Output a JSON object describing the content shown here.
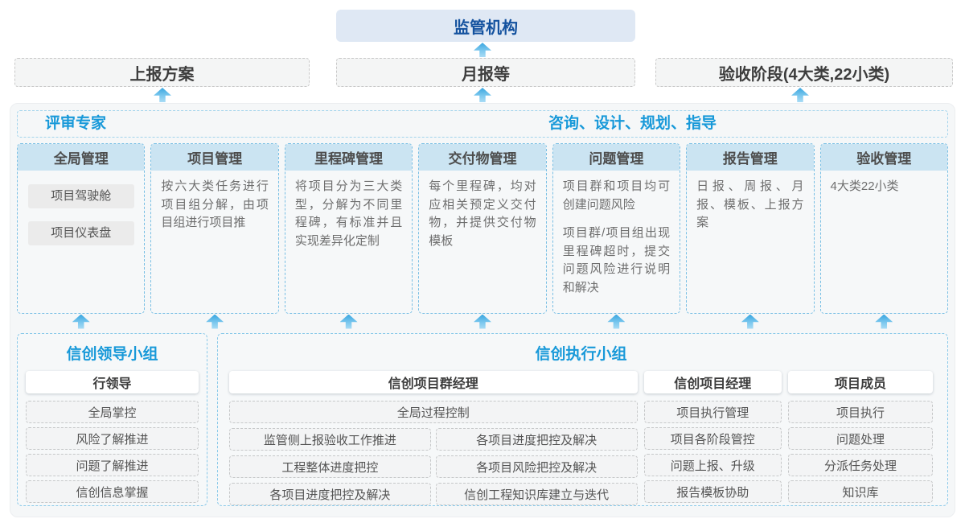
{
  "top": {
    "regulator": "监管机构",
    "outputs": [
      "上报方案",
      "月报等",
      "验收阶段(4大类,22小类)"
    ]
  },
  "middle": {
    "left_role": "评审专家",
    "right_role": "咨询、设计、规划、指导",
    "columns": [
      {
        "title": "全局管理",
        "chips": [
          "项目驾驶舱",
          "项目仪表盘"
        ]
      },
      {
        "title": "项目管理",
        "paragraphs": [
          "按六大类任务进行项目组分解，由项目组进行项目推"
        ]
      },
      {
        "title": "里程碑管理",
        "paragraphs": [
          "将项目分为三大类型，分解为不同里程碑，有标准并且实现差异化定制"
        ]
      },
      {
        "title": "交付物管理",
        "paragraphs": [
          "每个里程碑，均对应相关预定义交付物，并提供交付物模板"
        ]
      },
      {
        "title": "问题管理",
        "paragraphs": [
          "项目群和项目均可创建问题风险",
          "项目群/项目组出现里程碑超时，提交问题风险进行说明和解决"
        ]
      },
      {
        "title": "报告管理",
        "paragraphs": [
          "日报、周报、月报、模板、上报方案"
        ]
      },
      {
        "title": "验收管理",
        "paragraphs": [
          "4大类22小类"
        ]
      }
    ]
  },
  "bottom": {
    "leader_group": {
      "title": "信创领导小组",
      "role": "行领导",
      "items": [
        "全局掌控",
        "风险了解推进",
        "问题了解推进",
        "信创信息掌握"
      ]
    },
    "exec_group": {
      "title": "信创执行小组",
      "program_manager": {
        "role": "信创项目群经理",
        "full_item": "全局过程控制",
        "left_items": [
          "监管侧上报验收工作推进",
          "工程整体进度把控",
          "各项目进度把控及解决"
        ],
        "right_items": [
          "各项目进度把控及解决",
          "各项目风险把控及解决",
          "信创工程知识库建立与迭代"
        ]
      },
      "project_manager": {
        "role": "信创项目经理",
        "items": [
          "项目执行管理",
          "项目各阶段管控",
          "问题上报、升级",
          "报告模板协助"
        ]
      },
      "member": {
        "role": "项目成员",
        "items": [
          "项目执行",
          "问题处理",
          "分派任务处理",
          "知识库"
        ]
      }
    }
  },
  "colors": {
    "accent_blue": "#1899d9",
    "navy_title": "#14529f",
    "arrow_blue": "#39a6e0",
    "column_header_band": "#cbe4f2"
  }
}
